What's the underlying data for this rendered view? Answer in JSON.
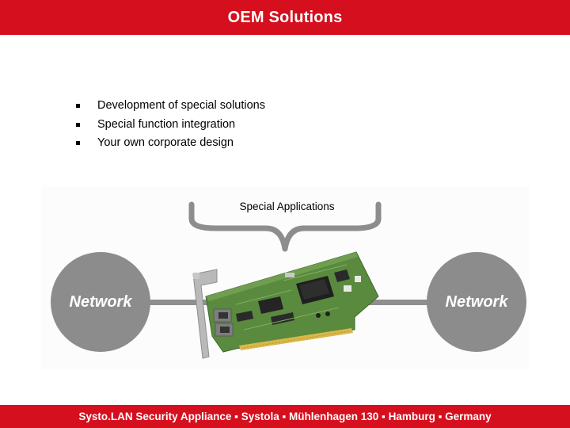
{
  "header": {
    "title": "OEM Solutions",
    "bg_color": "#d50f1d"
  },
  "bullets": [
    "Development of special solutions",
    "Special function integration",
    "Your own corporate design"
  ],
  "diagram": {
    "label": "Special Applications",
    "left_node": "Network",
    "right_node": "Network",
    "center_image": "pci-network-card"
  },
  "footer": {
    "text": "Systo.LAN Security Appliance ▪ Systola ▪ Mühlenhagen 130 ▪ Hamburg ▪ Germany",
    "bg_color": "#d50f1d"
  }
}
